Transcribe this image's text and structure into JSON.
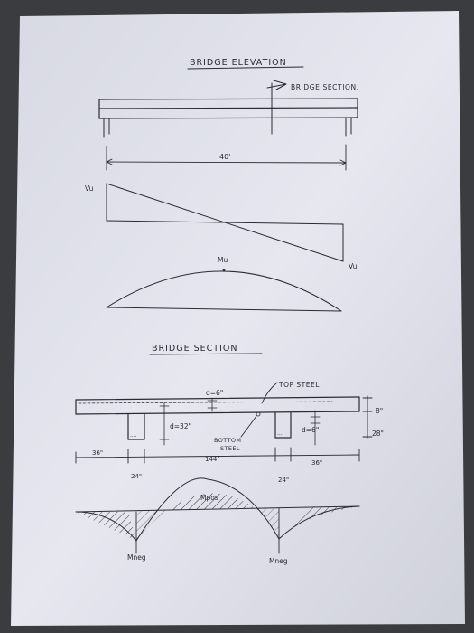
{
  "elevation": {
    "title": "BRIDGE ELEVATION",
    "section_marker": "BRIDGE SECTION.",
    "span": "40'",
    "shear_left": "Vu",
    "shear_right": "Vu",
    "moment": "Mu"
  },
  "section": {
    "title": "BRIDGE SECTION",
    "top_steel": "TOP STEEL",
    "d_top": "d=6\"",
    "d_32": "d=32\"",
    "bottom_steel_line1": "BOTTOM",
    "bottom_steel_line2": "STEEL",
    "d_right": "d=6\"",
    "dim_8": "8\"",
    "dim_28": "28\"",
    "dim_36_left": "36\"",
    "dim_24_left": "24\"",
    "dim_144": "144\"",
    "dim_24_right": "24\"",
    "dim_36_right": "36\"",
    "m_pos": "Mpos",
    "m_neg_left": "Mneg",
    "m_neg_right": "Mneg"
  }
}
